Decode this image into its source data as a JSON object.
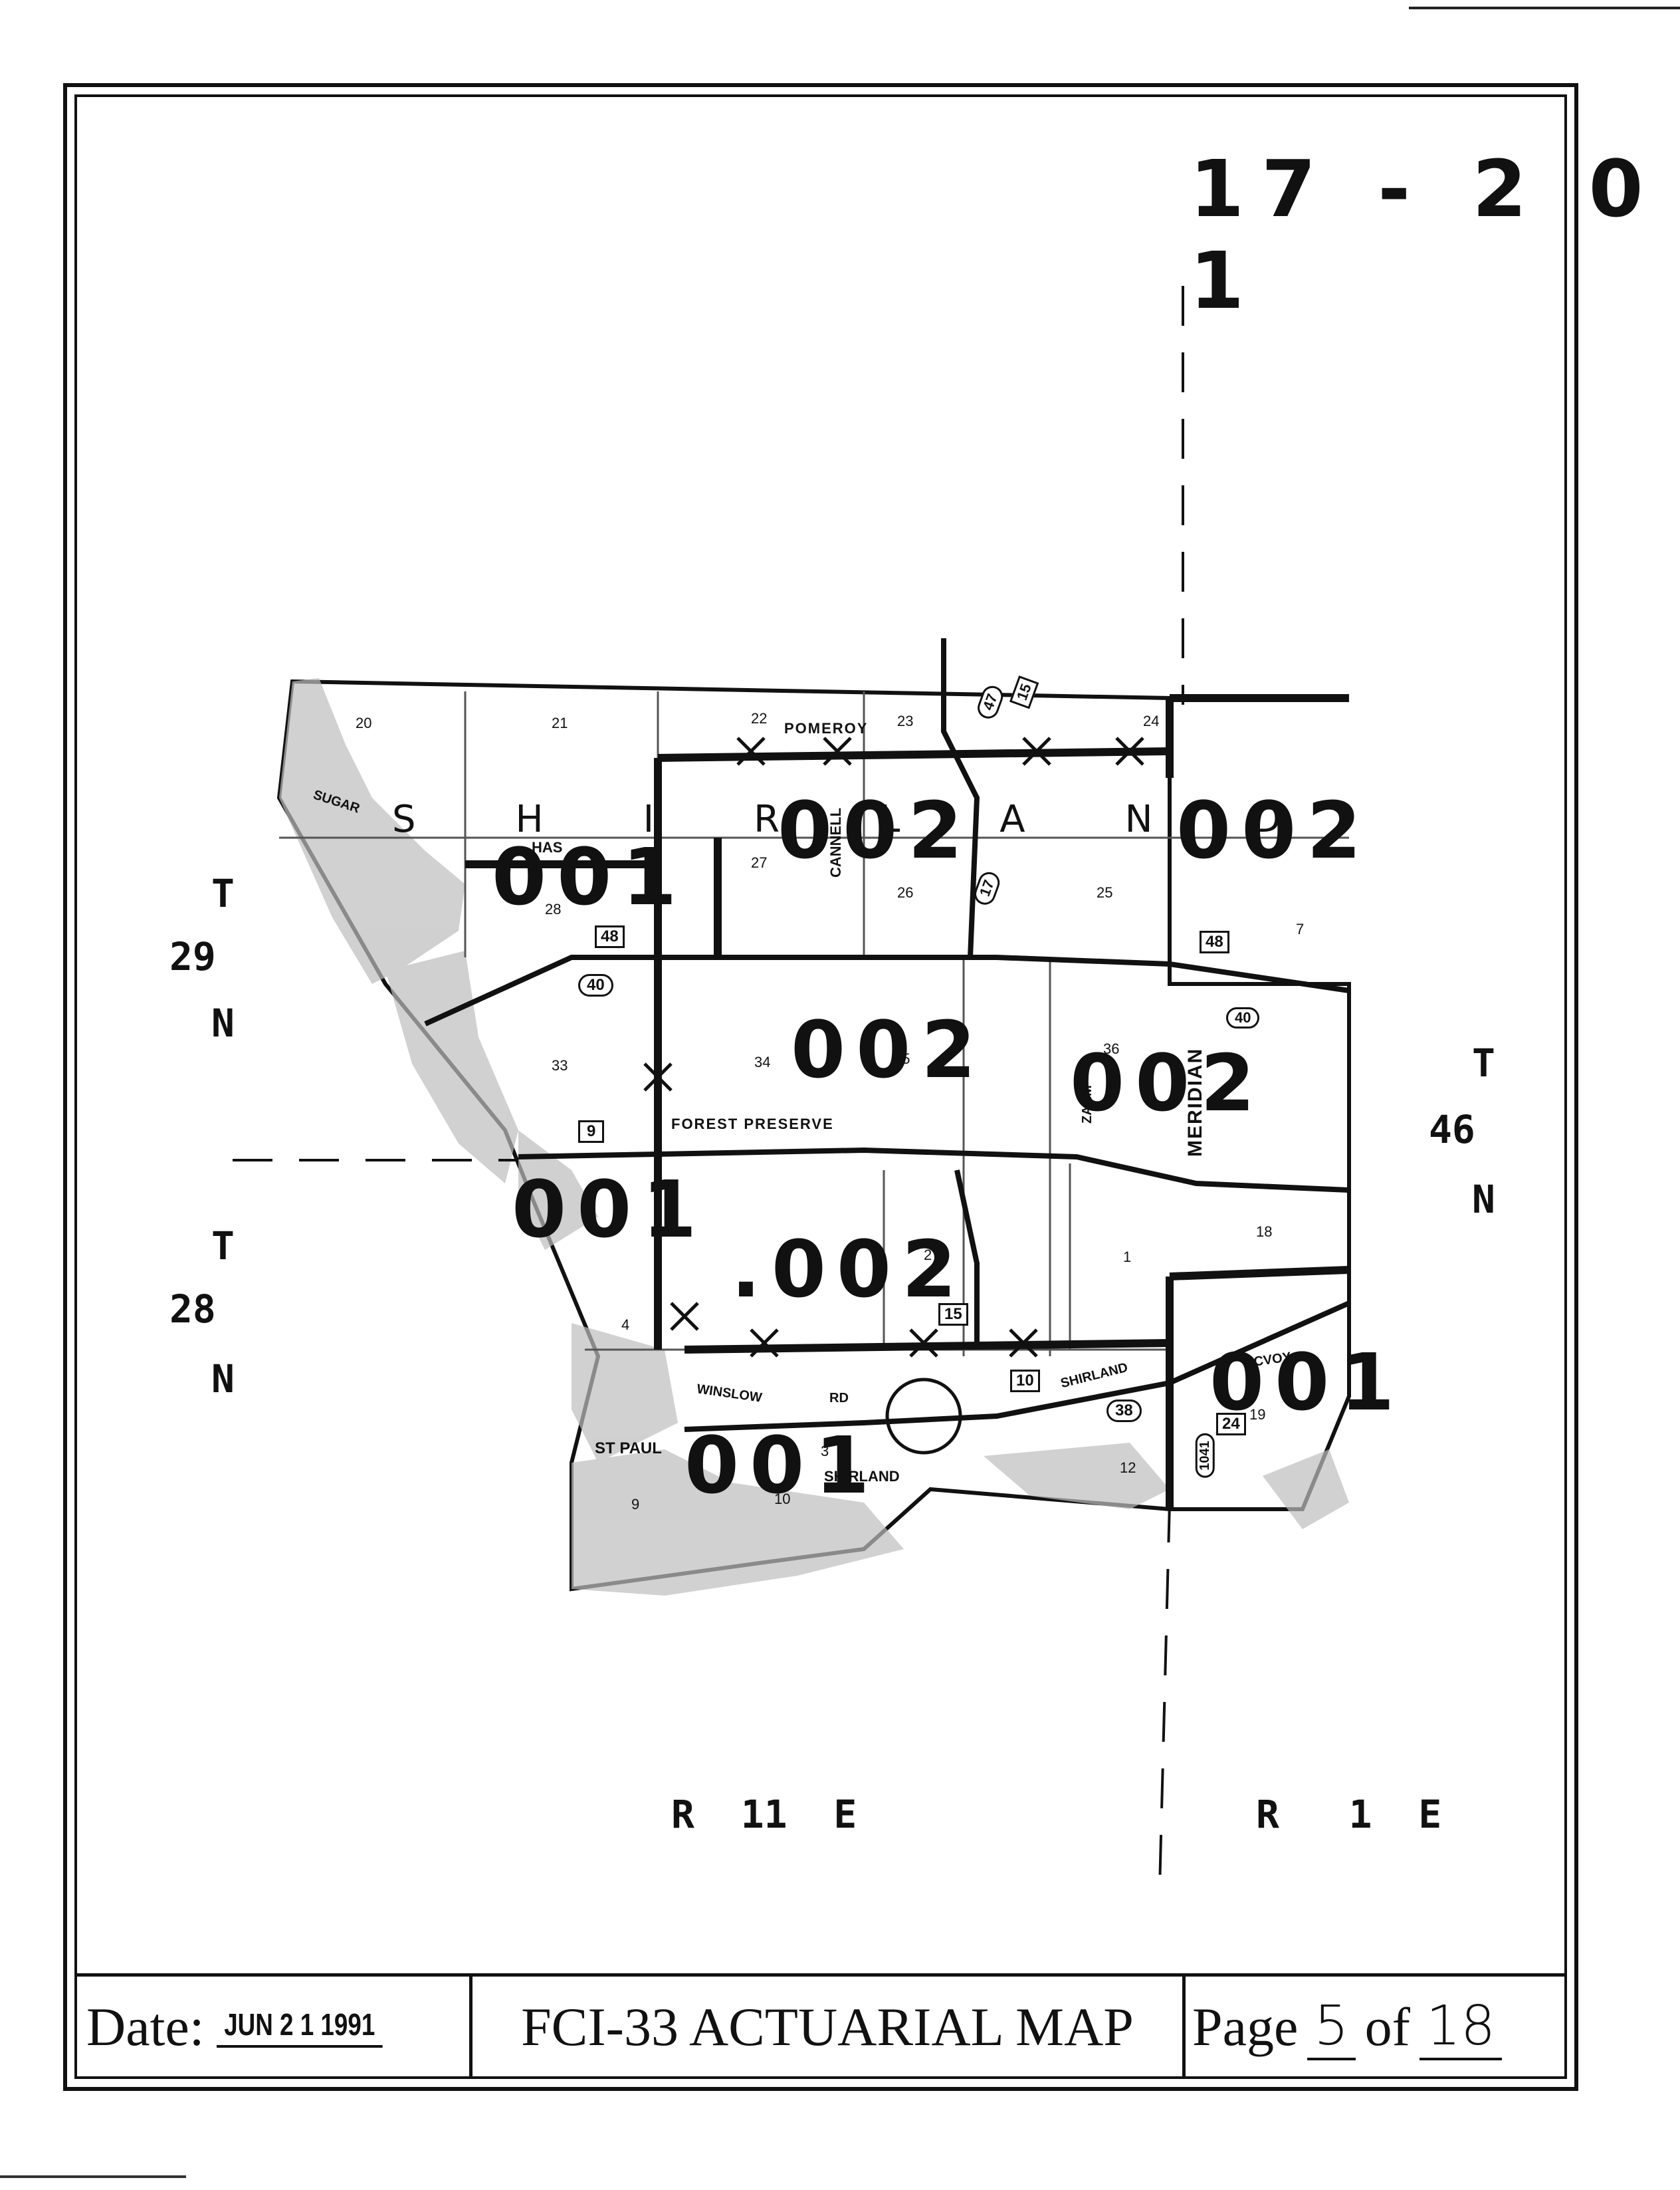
{
  "map_number": "17 - 2 0 1",
  "township_labels": {
    "t29": [
      "T",
      "29",
      "N"
    ],
    "t28": [
      "T",
      "28",
      "N"
    ],
    "t46": [
      "T",
      "46",
      "N"
    ]
  },
  "range_labels": {
    "r11": "R  11  E",
    "r1": "R   1  E"
  },
  "township_name_letters": [
    "S",
    "H",
    "I",
    "R",
    "L",
    "A",
    "N",
    "D"
  ],
  "zone_labels": {
    "z001_nw": "001",
    "z002_n": "002",
    "z002_ne": "002",
    "z002_c": "002",
    "z002_e": "002",
    "z001_w": "001",
    "z002_s": ".002",
    "z001_se": "001",
    "z001_sw": "001"
  },
  "section_numbers": [
    "20",
    "21",
    "22",
    "23",
    "24",
    "27",
    "26",
    "25",
    "28",
    "33",
    "34",
    "35",
    "36",
    "7",
    "2",
    "1",
    "18",
    "4",
    "9",
    "10",
    "12",
    "19",
    "3"
  ],
  "road_names": {
    "pomeroy": "POMEROY",
    "hastings": "HAS",
    "cannell": "CANNELL",
    "forest": "FOREST PRESERVE",
    "winslow": "WINSLOW",
    "rd": "RD",
    "shirland_rd": "SHIRLAND",
    "st_paul": "ST PAUL",
    "shirland_town": "SHIRLAND",
    "meridian": "MERIDIAN",
    "mcvoy": "MCVOY",
    "sugar": "SUGAR",
    "zahm": "ZAHM"
  },
  "route_shields": [
    "48",
    "40",
    "9",
    "15",
    "10",
    "38",
    "24",
    "1041",
    "47",
    "17",
    "48",
    "40",
    "15"
  ],
  "footer": {
    "date_label": "Date:",
    "date_value": "JUN 2 1 1991",
    "title": "FCI-33 ACTUARIAL MAP",
    "page_label": "Page",
    "page_number": "5",
    "page_of": "of",
    "page_total": "18"
  }
}
